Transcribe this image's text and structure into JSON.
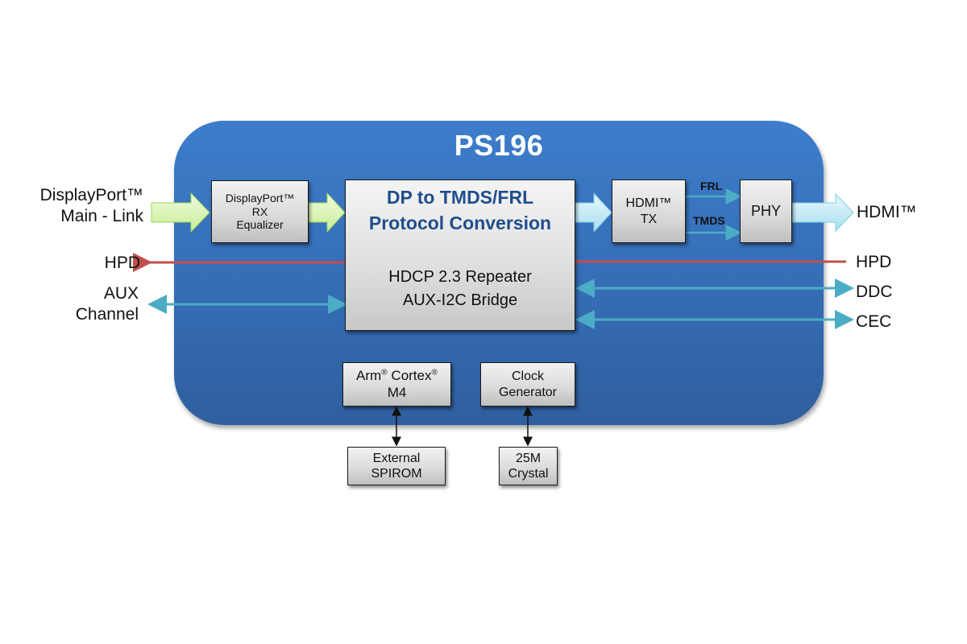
{
  "chip": {
    "title": "PS196"
  },
  "blocks": {
    "rx_equalizer": {
      "lines": [
        "DisplayPort™",
        "RX",
        "Equalizer"
      ]
    },
    "protocol_conversion": {
      "title_lines": [
        "DP to TMDS/FRL",
        "Protocol Conversion"
      ],
      "sub_lines": [
        "HDCP 2.3 Repeater",
        "AUX-I2C Bridge"
      ]
    },
    "hdmi_tx": {
      "lines": [
        "HDMI™",
        "TX"
      ]
    },
    "phy": {
      "lines": [
        "PHY"
      ]
    },
    "arm_cortex": {
      "line1_a": "Arm",
      "line1_reg1": "®",
      "line1_b": " Cortex",
      "line1_reg2": "®",
      "line2": "M4"
    },
    "clock_generator": {
      "lines": [
        "Clock",
        "Generator"
      ]
    },
    "external_spirom": {
      "lines": [
        "External",
        "SPIROM"
      ]
    },
    "crystal": {
      "lines": [
        "25M",
        "Crystal"
      ]
    }
  },
  "links": {
    "frl": "FRL",
    "tmds": "TMDS"
  },
  "external_left": {
    "displayport_lines": [
      "DisplayPort™",
      "Main - Link"
    ],
    "hpd": "HPD",
    "aux_lines": [
      "AUX",
      "Channel"
    ]
  },
  "external_right": {
    "hdmi": "HDMI™",
    "hpd": "HPD",
    "ddc": "DDC",
    "cec": "CEC"
  },
  "colors": {
    "chip_blue": "#3a78c5",
    "title_blue": "#1f4e8c",
    "dp_arrow_green": "#d8f5b0",
    "hdmi_arrow_cyan": "#bfeaf7",
    "hpd_red": "#c0504d",
    "bidir_cyan": "#4bacc6"
  }
}
